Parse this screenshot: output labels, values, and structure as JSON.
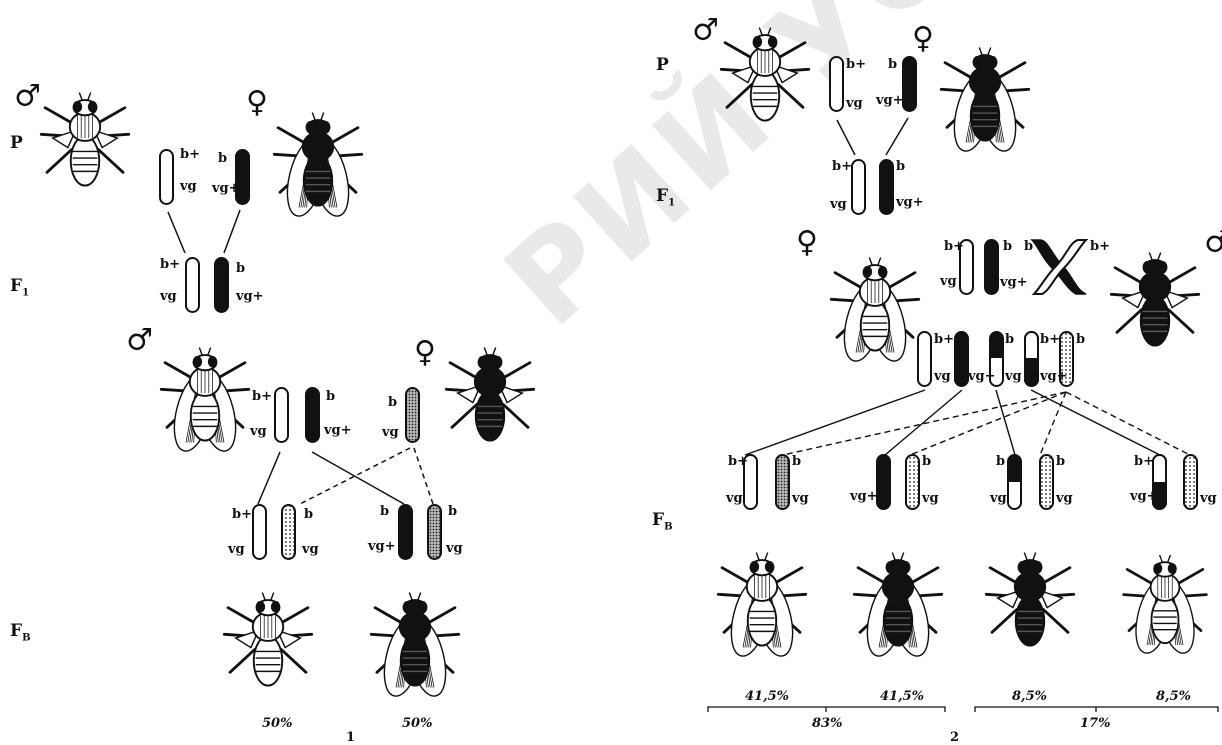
{
  "fig1": {
    "gen_p": "P",
    "gen_f1": "F",
    "gen_f1_sub": "1",
    "gen_fb": "F",
    "gen_fb_sub": "B",
    "male_symbol": "♂",
    "female_symbol": "♀",
    "pct_left": "50%",
    "pct_right": "50%",
    "number": "1"
  },
  "fig2": {
    "gen_p": "P",
    "gen_f1": "F",
    "gen_f1_sub": "1",
    "gen_fb": "F",
    "gen_fb_sub": "B",
    "male_symbol": "♂",
    "female_symbol": "♀",
    "pct": [
      "41,5%",
      "41,5%",
      "8,5%",
      "8,5%"
    ],
    "total_left": "83%",
    "total_right": "17%",
    "number": "2"
  },
  "alleles": {
    "b_plus": "b+",
    "b": "b",
    "vg": "vg",
    "vg_plus": "vg+"
  },
  "watermark": "РИЙ УО БГАВМ",
  "colors": {
    "ink": "#111111",
    "paper": "#ffffff",
    "watermark": "#9a9a9a"
  }
}
